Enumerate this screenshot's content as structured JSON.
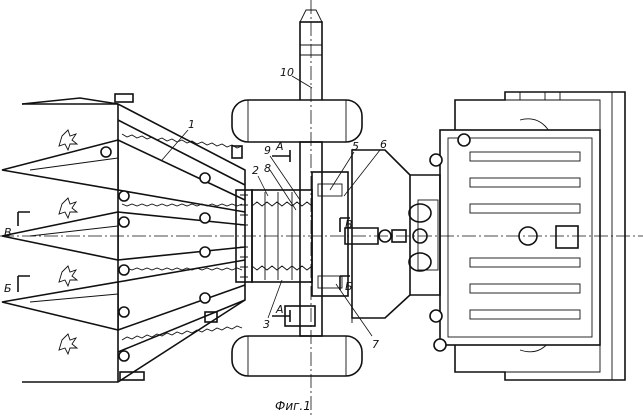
{
  "figure": {
    "caption": "Фиг.1",
    "labels": {
      "n1": "1",
      "n2": "2",
      "n3": "3",
      "n5": "5",
      "n6": "6",
      "n7": "7",
      "n8": "8",
      "n9": "9",
      "n10": "10"
    },
    "sections": {
      "v_left": "В",
      "b_left": "Б",
      "a_top": "А",
      "a_bottom": "А",
      "v_mid": "В",
      "b_mid": "Б"
    }
  }
}
